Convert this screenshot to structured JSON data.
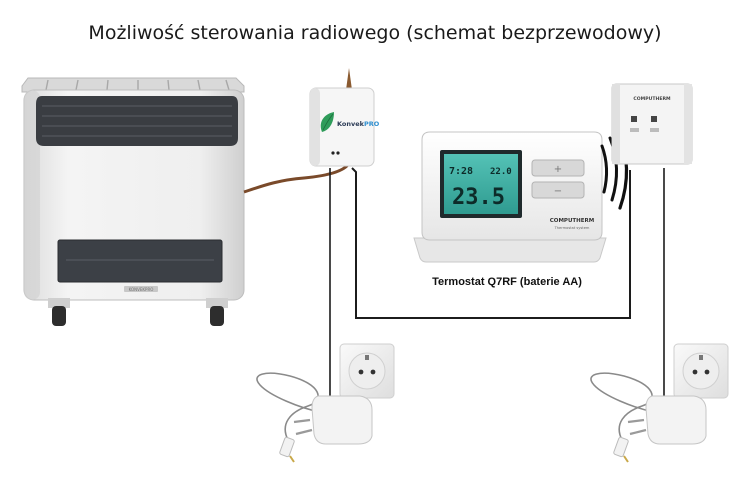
{
  "title": "Możliwość sterowania radiowego (schemat bezprzewodowy)",
  "caption": "Termostat Q7RF (baterie AA)",
  "module": {
    "logo_prefix": "Konvek",
    "logo_suffix": "PRO"
  },
  "thermostat": {
    "brand": "COMPUTHERM",
    "subline": "Thermostat system",
    "time": "7:28",
    "set_temp": "22.0",
    "room_temp": "23.5",
    "plus_label": "+",
    "minus_label": "−"
  },
  "receiver": {
    "brand": "COMPUTHERM"
  },
  "heater": {
    "brand": "KONVEKPRO"
  },
  "colors": {
    "wire": "#1c1c1c",
    "cable": "#7a4a2a",
    "lcd": "#3fb0a4",
    "device": "#f2f2f2",
    "power_cable": "#7f7f7f"
  }
}
